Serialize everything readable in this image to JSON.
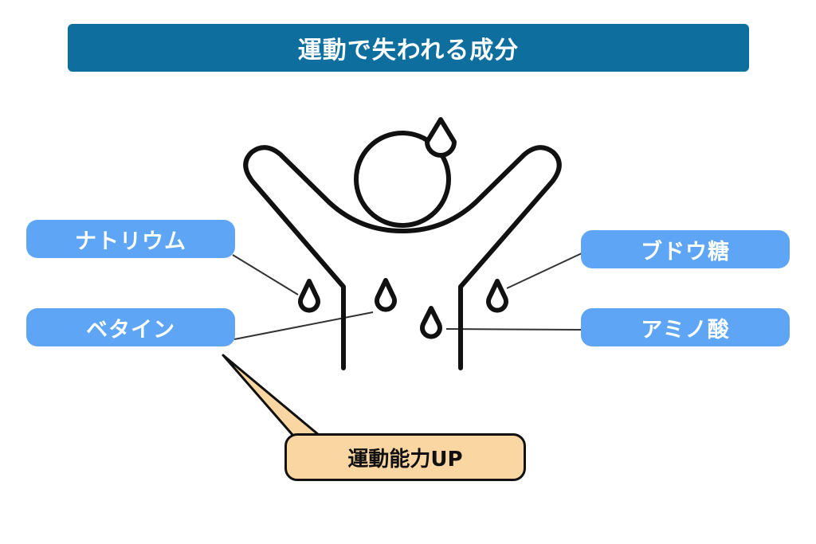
{
  "title": "運動で失われる成分",
  "components": {
    "sodium": "ナトリウム",
    "betaine": "ベタイン",
    "glucose": "ブドウ糖",
    "amino_acid": "アミノ酸"
  },
  "result": "運動能力UP",
  "colors": {
    "title_bar": "#0e6e9e",
    "label_pill": "#5ea6f5",
    "result_box": "#fad6a2",
    "outline": "#111111"
  }
}
